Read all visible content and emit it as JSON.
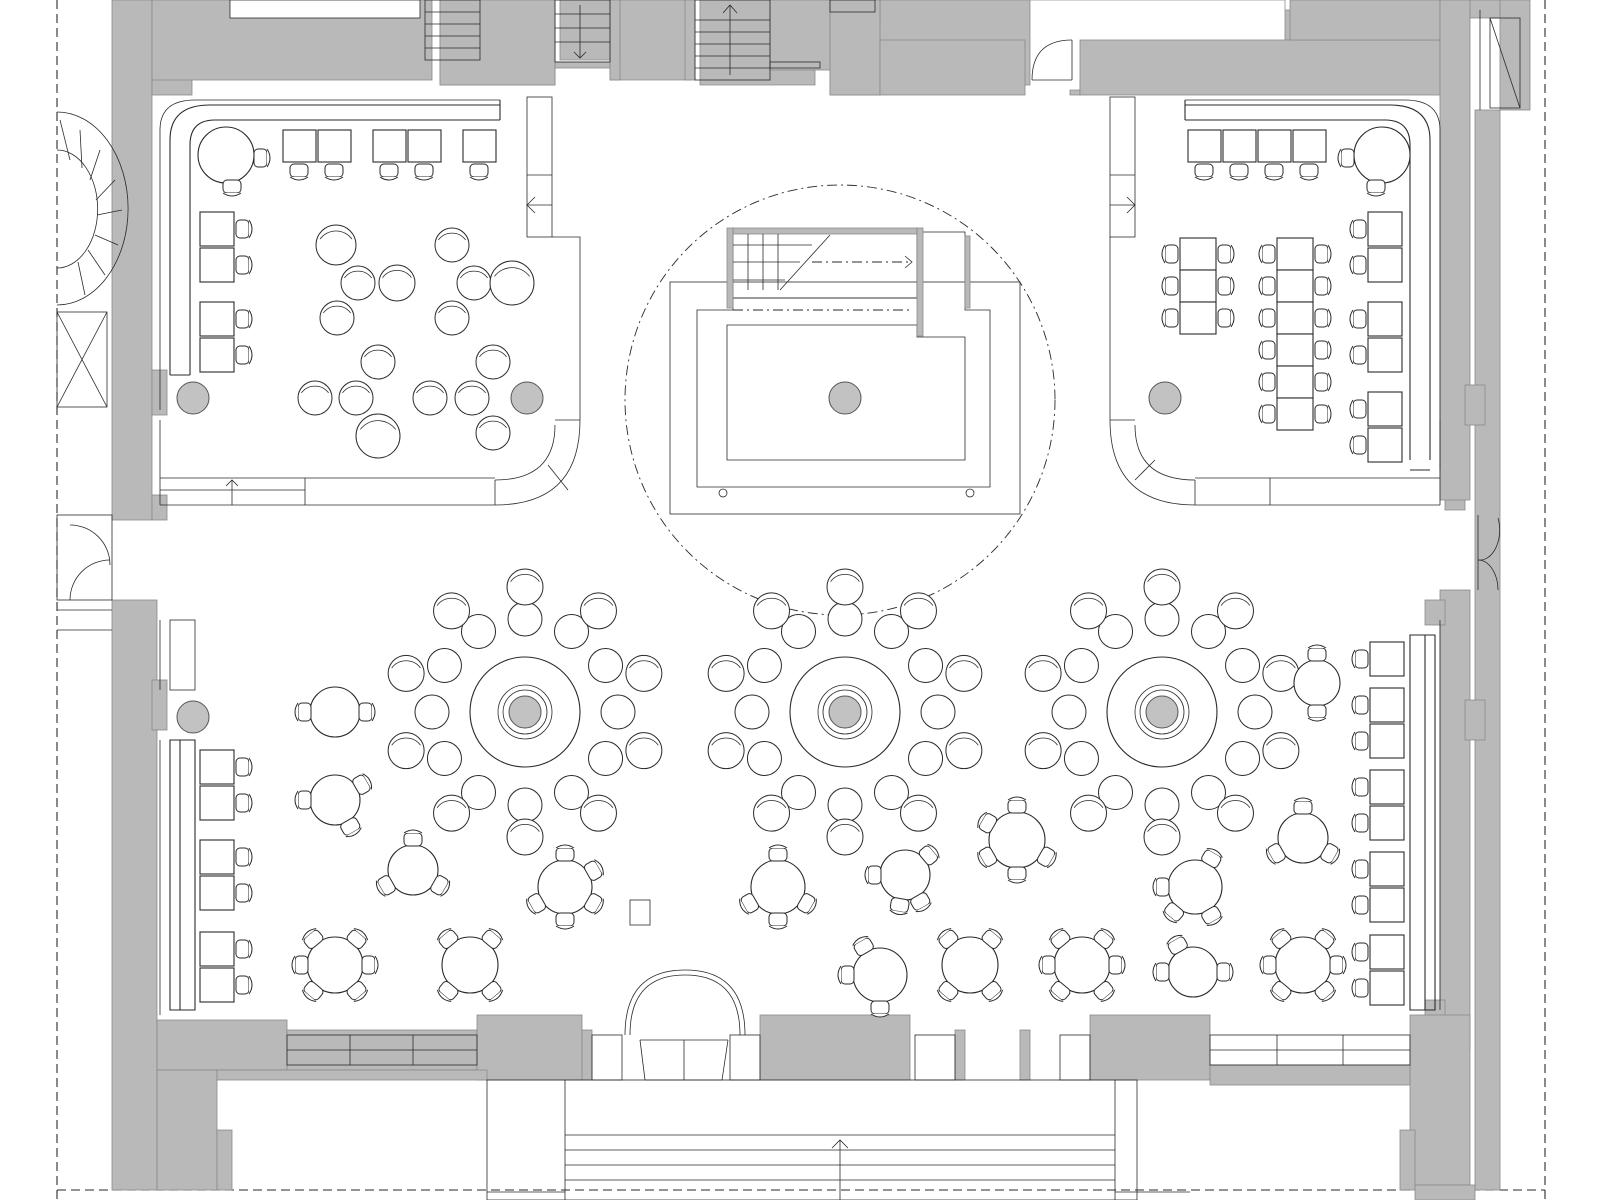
{
  "drawing": {
    "type": "architectural floor plan",
    "colors": {
      "background": "#ffffff",
      "walls": "#b9b9b9",
      "lines": "#2a2a2a",
      "columns": "#c2c2c2"
    },
    "zones": [
      {
        "name": "north-west-lounge"
      },
      {
        "name": "central-bar"
      },
      {
        "name": "north-east-dining"
      },
      {
        "name": "main-dining-hall"
      },
      {
        "name": "entrance-steps"
      }
    ]
  }
}
